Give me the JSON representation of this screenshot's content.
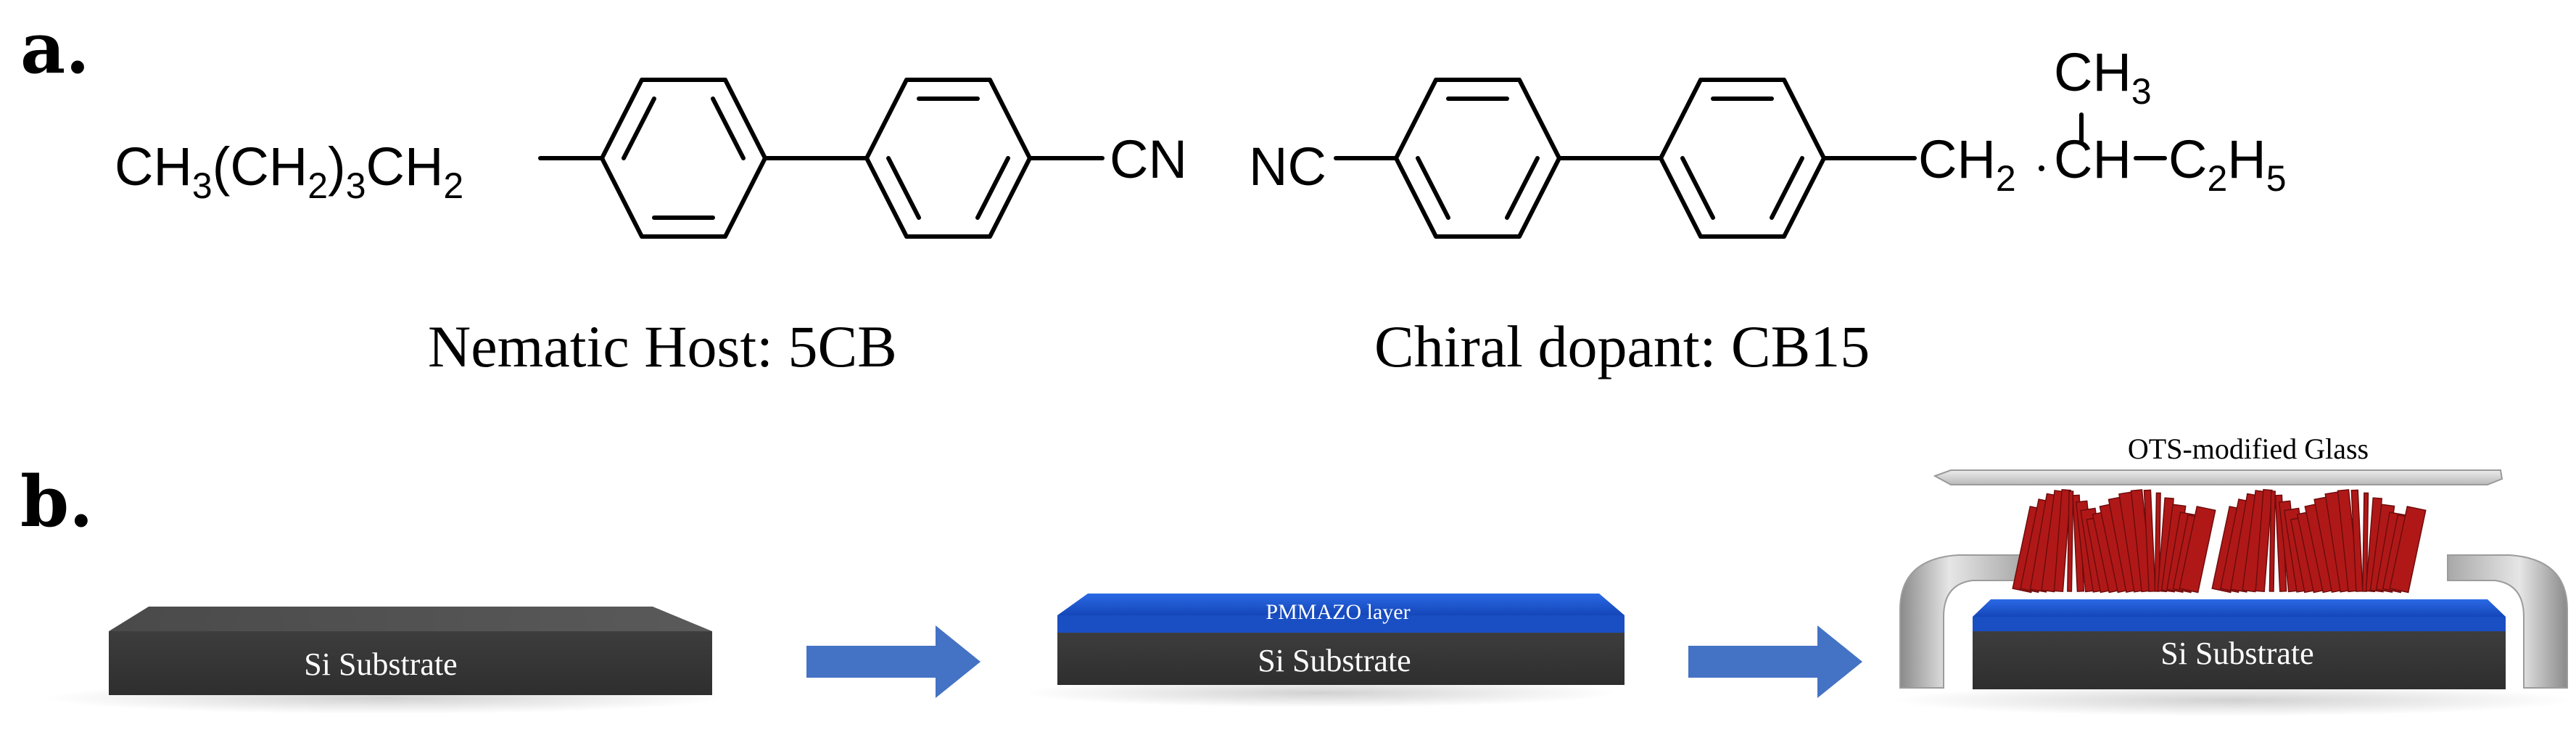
{
  "panel_a": {
    "label": "a.",
    "molecule_1": {
      "left_group_main": "CH",
      "left_group_sub1": "3",
      "left_group_mid": "(CH",
      "left_group_sub2": "2",
      "left_group_end": ")",
      "left_group_sub3": "3",
      "left_group_tail": "CH",
      "left_group_sub4": "2",
      "right_group": "CN",
      "caption": "Nematic Host: 5CB"
    },
    "molecule_2": {
      "left_group": "NC",
      "chain_ch2": "CH",
      "chain_ch2_sub": "2",
      "chain_ch": "CH",
      "chain_c": "C",
      "chain_c_sub": "2",
      "chain_h": "H",
      "chain_h_sub": "5",
      "methyl": "CH",
      "methyl_sub": "3",
      "caption": "Chiral dopant: CB15"
    }
  },
  "panel_b": {
    "label": "b.",
    "step_1": {
      "substrate_label": "Si Substrate"
    },
    "step_2": {
      "substrate_label": "Si Substrate",
      "layer_label": "PMMAZO layer"
    },
    "step_3": {
      "substrate_label": "Si Substrate",
      "top_label": "OTS-modified Glass"
    },
    "colors": {
      "substrate": "#3b3b3b",
      "substrate_top": "#555555",
      "pmmazo": "#1f5fd6",
      "arrow": "#4472c4",
      "lc_molecules": "#b01818",
      "glass": "#d4d4d4"
    }
  }
}
